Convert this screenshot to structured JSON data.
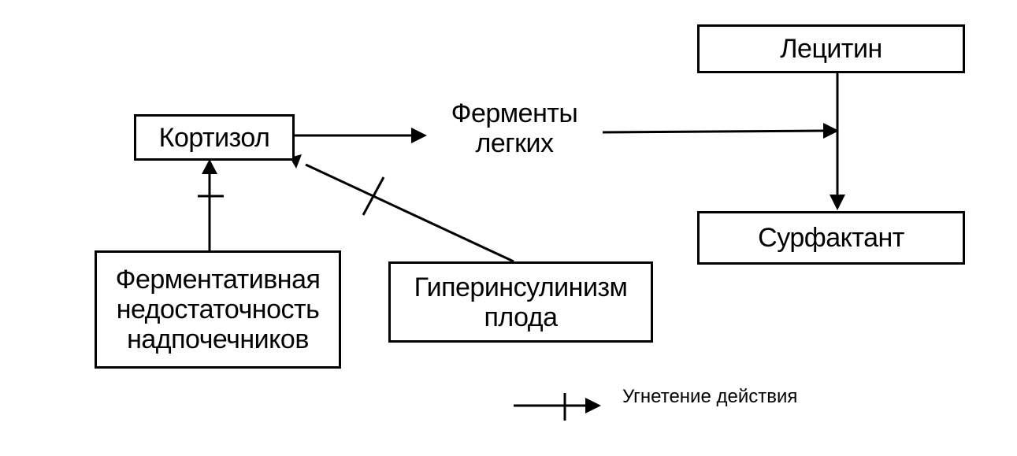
{
  "diagram": {
    "nodes": {
      "lecithin": "Лецитин",
      "cortisol": "Кортизол",
      "lung_enzymes": {
        "line1": "Ферменты",
        "line2": "легких"
      },
      "surfactant": "Сурфактант",
      "adrenal_insufficiency": {
        "line1": "Ферментативная",
        "line2": "недостаточность",
        "line3": "надпочечников"
      },
      "fetal_hyperinsulinism": {
        "line1": "Гиперинсулинизм",
        "line2": "плода"
      }
    },
    "legend": {
      "inhibition_label": "Угнетение действия"
    }
  }
}
